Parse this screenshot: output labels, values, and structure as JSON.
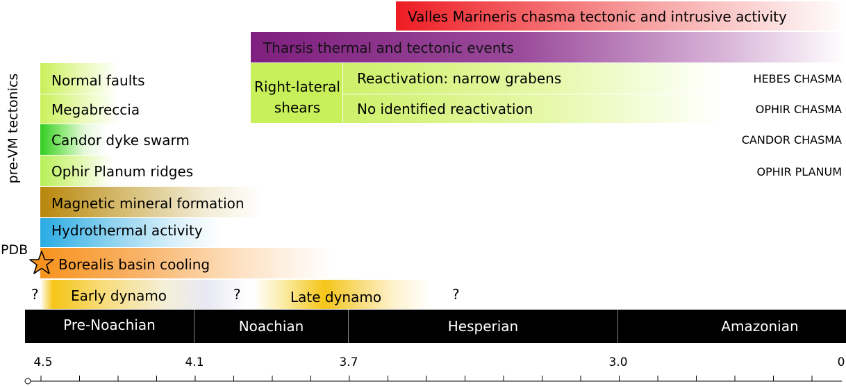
{
  "side_label": "pre-VM tectonics",
  "pdb_label": "PDB",
  "top_bars": {
    "valles": "Valles Marineris chasma tectonic and intrusive activity",
    "tharsis": "Tharsis thermal and tectonic events",
    "shears": "Right-lateral shears",
    "reactivation": "Reactivation: narrow grabens",
    "no_reactivation": "No identified reactivation"
  },
  "regions": {
    "hebes": "HEBES CHASMA",
    "ophir_chasma": "OPHIR CHASMA",
    "candor": "CANDOR CHASMA",
    "ophir_planum": "OPHIR PLANUM"
  },
  "left_items": {
    "normal_faults": "Normal faults",
    "megabreccia": "Megabreccia",
    "candor_dyke": "Candor dyke swarm",
    "ophir_ridges": "Ophir Planum ridges",
    "magnetic": "Magnetic mineral formation",
    "hydrothermal": "Hydrothermal activity",
    "borealis": "Borealis basin cooling"
  },
  "dynamo": {
    "early": "Early dynamo",
    "late": "Late dynamo",
    "q": "?"
  },
  "eras": {
    "pre_noachian": "Pre-Noachian",
    "noachian": "Noachian",
    "hesperian": "Hesperian",
    "amazonian": "Amazonian"
  },
  "axis": {
    "t45": "4.5",
    "t41": "4.1",
    "t37": "3.7",
    "t30": "3.0",
    "t0": "0"
  },
  "colors": {
    "valles": "#ee1c24",
    "tharsis": "#7f1f7f",
    "lime": "#c8f05a",
    "green": "#33cc22",
    "magnetic": "#b8860b",
    "hydro": "#29abe2",
    "borealis": "#f7931e",
    "dynamo": "#f5c518"
  }
}
